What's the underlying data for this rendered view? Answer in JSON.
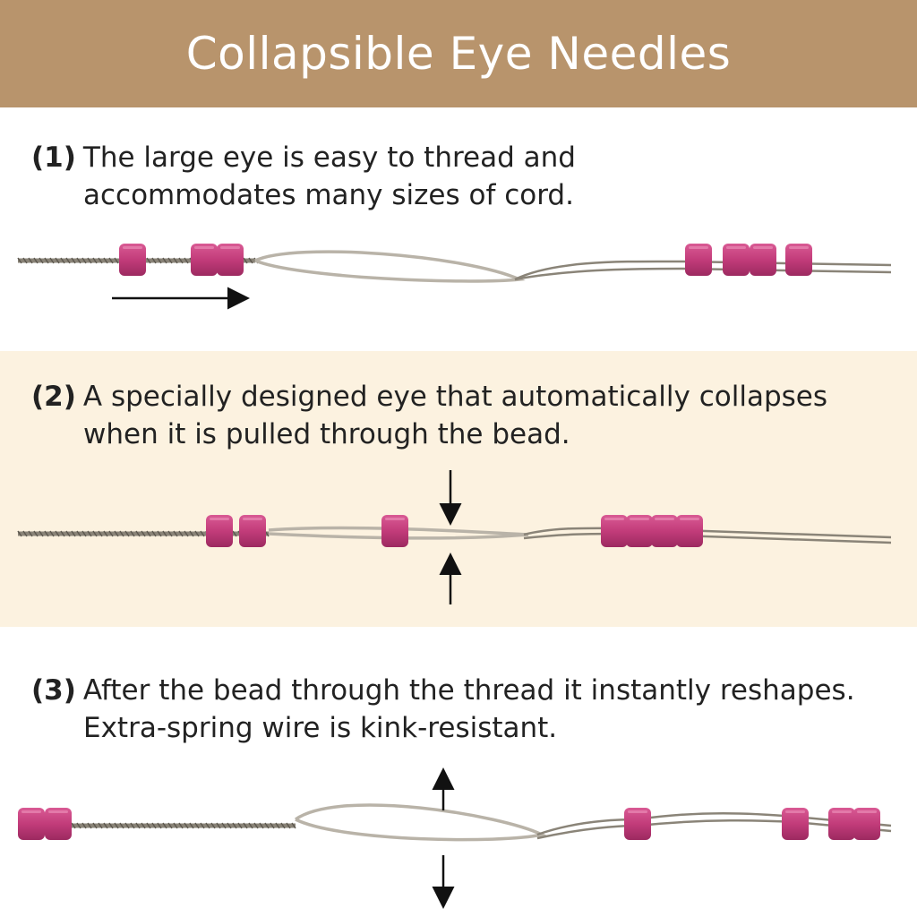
{
  "title": "Collapsible Eye Needles",
  "steps": [
    {
      "number": "(1)",
      "line1": "The large eye is easy to thread and",
      "line2": "accommodates many sizes of cord."
    },
    {
      "number": "(2)",
      "line1": "A specially designed eye that automatically collapses",
      "line2": "when it is pulled through the bead."
    },
    {
      "number": "(3)",
      "line1": "After the bead through the thread it instantly reshapes.",
      "line2": "Extra-spring wire is kink-resistant."
    }
  ],
  "colors": {
    "header": "#b8946c",
    "band": "#fcf2e0",
    "bead": "#c8427f",
    "wire": "#8a8478"
  }
}
